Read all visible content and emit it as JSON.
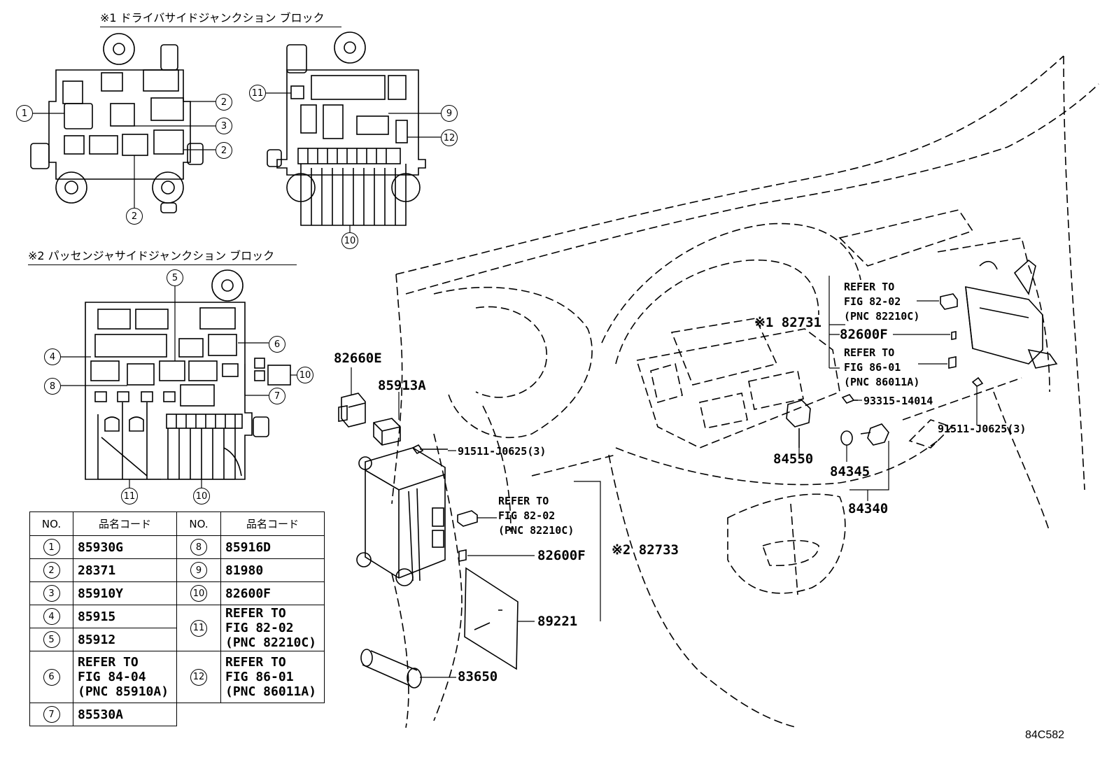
{
  "titles": {
    "driver_block": "※1 ドライバサイドジャンクション ブロック",
    "passenger_block": "※2 パッセンジャサイドジャンクション ブロック"
  },
  "callouts": {
    "c1": "1",
    "c2": "2",
    "c3": "3",
    "c4": "4",
    "c5": "5",
    "c6": "6",
    "c7": "7",
    "c8": "8",
    "c9": "9",
    "c10": "10",
    "c11": "11",
    "c12": "12"
  },
  "table": {
    "header_no": "NO.",
    "header_code": "品名コード",
    "rows_left": [
      {
        "no": "1",
        "code": "85930G"
      },
      {
        "no": "2",
        "code": "28371"
      },
      {
        "no": "3",
        "code": "85910Y"
      },
      {
        "no": "4",
        "code": "85915"
      },
      {
        "no": "5",
        "code": "85912"
      },
      {
        "no": "6",
        "code": "REFER TO\nFIG 84-04\n(PNC 85910A)"
      },
      {
        "no": "7",
        "code": "85530A"
      }
    ],
    "rows_right": [
      {
        "no": "8",
        "code": "85916D"
      },
      {
        "no": "9",
        "code": "81980"
      },
      {
        "no": "10",
        "code": "82600F"
      },
      {
        "no": "11",
        "code": "REFER TO\nFIG 82-02\n(PNC 82210C)"
      },
      {
        "no": "12",
        "code": "REFER TO\nFIG 86-01\n(PNC 86011A)"
      }
    ]
  },
  "part_labels": {
    "p82660E": "82660E",
    "p85913A": "85913A",
    "p91511_left": "91511-J0625(3)",
    "refer_left": "REFER TO\nFIG 82-02\n(PNC 82210C)",
    "p82600F_left": "82600F",
    "p82733": "※2 82733",
    "p89221": "89221",
    "p83650": "83650",
    "p82731": "※1 82731",
    "refer_right_1": "REFER TO\nFIG 82-02\n(PNC 82210C)",
    "p82600F_right": "82600F",
    "refer_right_2": "REFER TO\nFIG 86-01\n(PNC 86011A)",
    "p93315": "93315-14014",
    "p91511_right": "91511-J0625(3)",
    "p84550": "84550",
    "p84345": "84345",
    "p84340": "84340"
  },
  "figure_code": "84C582"
}
